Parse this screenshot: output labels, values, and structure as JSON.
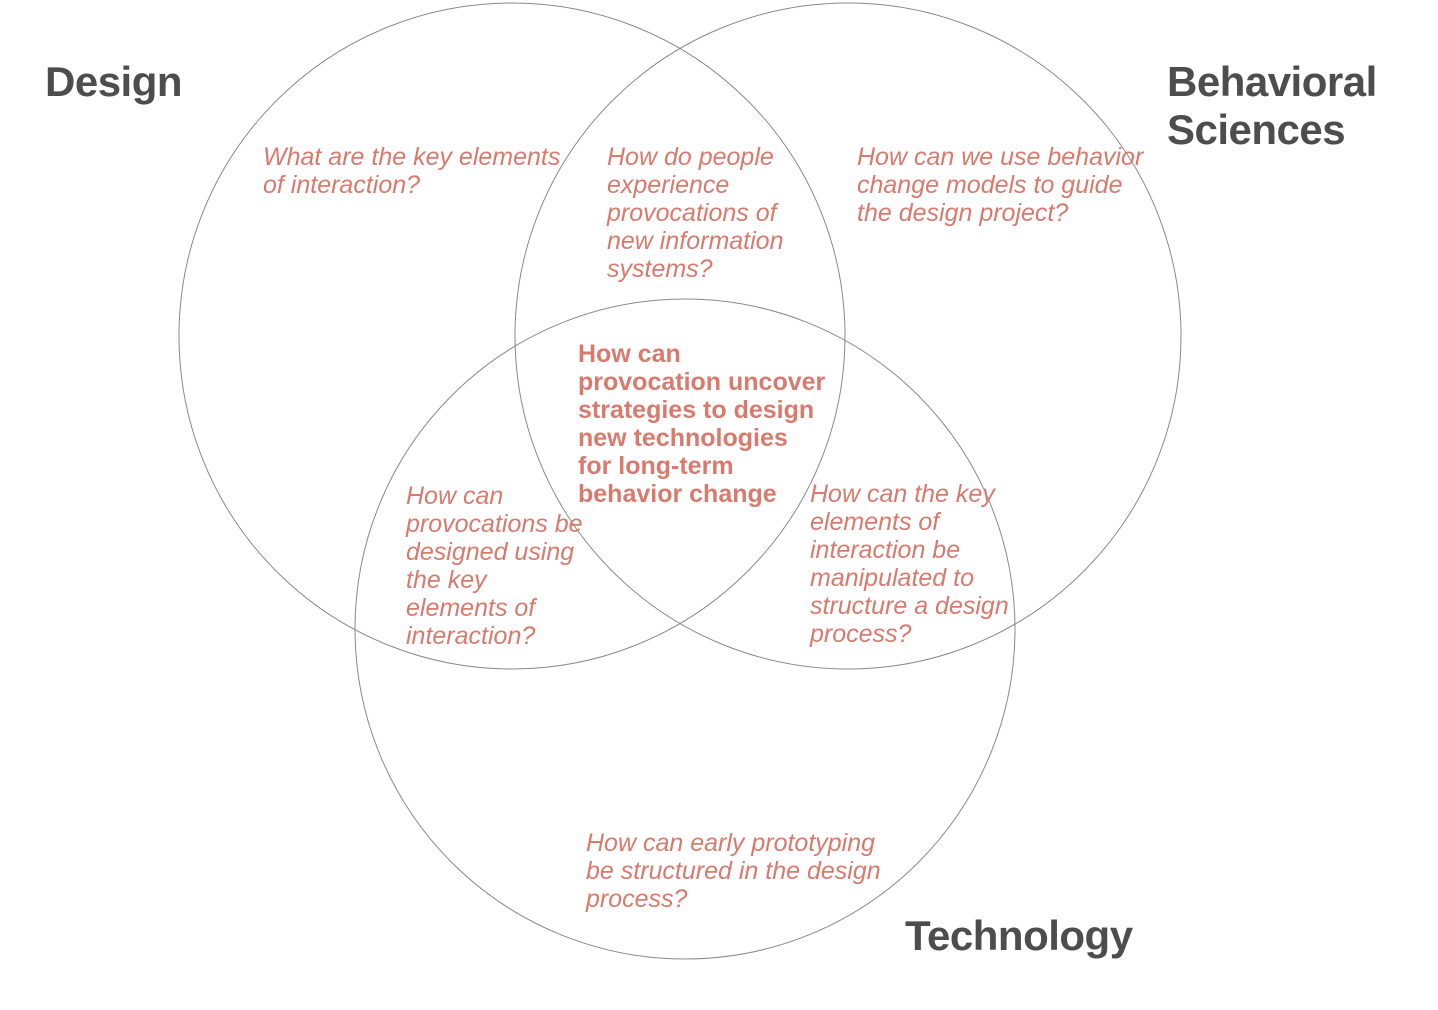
{
  "diagram": {
    "type": "venn",
    "colors": {
      "background": "#ffffff",
      "circle_stroke": "#8a8a8a",
      "title_text": "#4d4d4d",
      "question_text": "#d87a6d"
    },
    "sets": [
      {
        "id": "design",
        "label": "Design"
      },
      {
        "id": "behavioral-sciences",
        "label": "Behavioral Sciences"
      },
      {
        "id": "technology",
        "label": "Technology"
      }
    ],
    "regions": {
      "design_only": "What are the key elements of interaction?",
      "design_behavioral": "How do people experience provocations of new information systems?",
      "behavioral_only": "How can we use behavior change models to guide the design project?",
      "all_three": "How can provocation uncover strategies to design new technologies for long-term behavior change",
      "design_technology": "How can provocations be designed using the key elements of interaction?",
      "behavioral_technology": "How can the key elements of interaction be manipulated to structure a design process?",
      "technology_only": "How can early prototyping be structured in the design process?"
    }
  }
}
